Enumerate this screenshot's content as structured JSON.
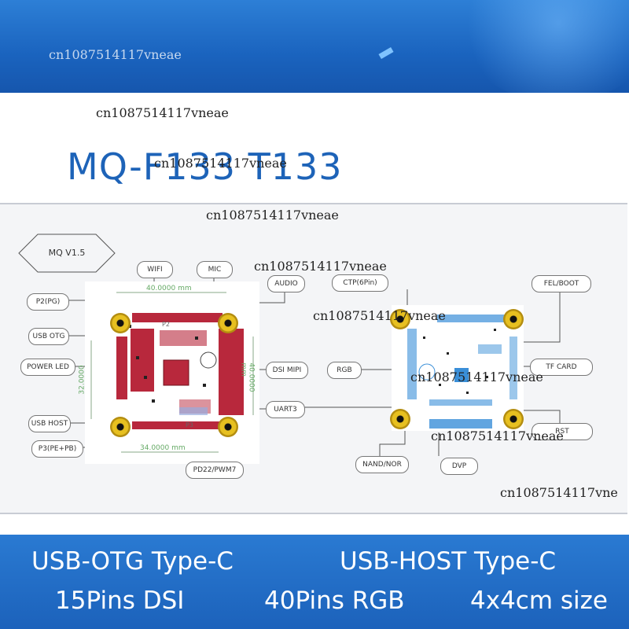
{
  "watermark": "cn1087514117vneae",
  "watermark_cut": "cn1087514117vne",
  "title": "MQ-F133 T133",
  "diagram": {
    "version": "MQ V1.5",
    "left_board": {
      "dim_top": "40.0000 mm",
      "dim_bottom": "34.0000 mm",
      "dim_left": "32.0000",
      "dim_right": "40.0000 mm",
      "silk_top": "P2",
      "silk_bottom": "P3"
    },
    "labels": {
      "p2": "P2(PG)",
      "usb_otg": "USB OTG",
      "power_led": "POWER LED",
      "usb_host": "USB HOST",
      "p3": "P3(PE+PB)",
      "wifi": "WIFI",
      "mic": "MIC",
      "audio": "AUDIO",
      "dsi_mipi": "DSI MIPI",
      "uart3": "UART3",
      "pd22": "PD22/PWM7",
      "ctp": "CTP(6Pin)",
      "rgb": "RGB",
      "nand": "NAND/NOR",
      "dvp": "DVP",
      "fel_boot": "FEL/BOOT",
      "tf_card": "TF CARD",
      "rst": "RST"
    }
  },
  "features": {
    "line1_left": "USB-OTG Type-C",
    "line1_right": "USB-HOST Type-C",
    "line2_left": "15Pins DSI",
    "line2_mid": "40Pins RGB",
    "line2_right": "4x4cm size"
  },
  "colors": {
    "banner_blue": "#1d63b8",
    "title_blue": "#1d63b8",
    "pad_gold": "#e7c020",
    "pcb_red": "#b8283c",
    "pcb_blue": "#3a8fd8"
  }
}
